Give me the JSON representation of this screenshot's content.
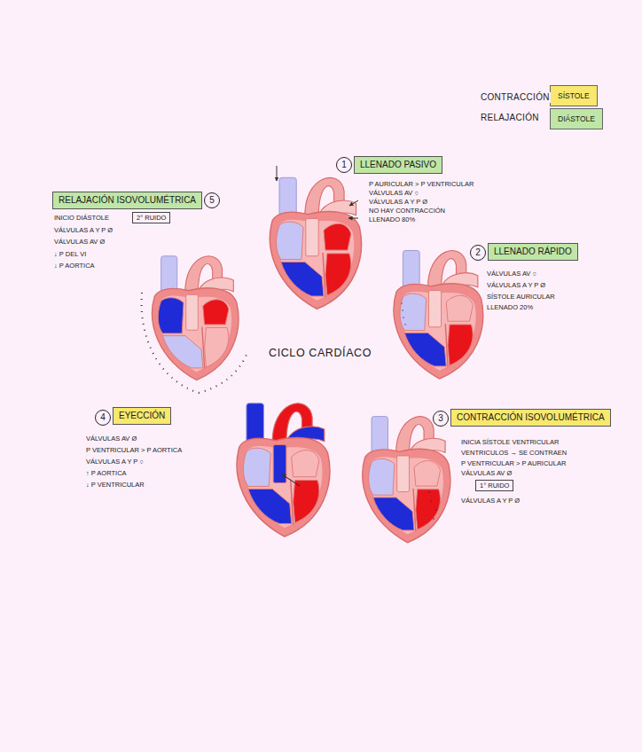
{
  "diagram": {
    "title": "CICLO CARDÍACO",
    "nodes": [
      {
        "text": [
          "SÍSTOLE"
        ]
      },
      {
        "text": [
          "DIÁSTOLE"
        ]
      },
      {
        "text": [
          "1"
        ]
      },
      {
        "text": [
          "LLENADO PASIVO"
        ]
      },
      {
        "text": [
          "RELAJACIÓN ISOVOLUMÉTRICA"
        ]
      },
      {
        "text": [
          "5"
        ]
      },
      {
        "text": [
          "2° RUIDO"
        ]
      },
      {
        "text": [
          "2"
        ]
      },
      {
        "text": [
          "LLENADO RÁPIDO"
        ]
      },
      {
        "text": [
          "3"
        ]
      },
      {
        "text": [
          "CONTRACCIÓN ISOVOLUMÉTRICA"
        ]
      },
      {
        "text": [
          "1° RUIDO"
        ]
      },
      {
        "text": [
          "4"
        ]
      },
      {
        "text": [
          "EYECCIÓN"
        ]
      }
    ],
    "labels": [
      "CONTRACCIÓN",
      "RELAJACIÓN",
      "P AURICULAR > P VENTRICULAR",
      "VÁLVULAS AV ○",
      "VÁLVULAS A Y P Ø",
      "NO HAY CONTRACCIÓN",
      "LLENADO 80%",
      "INICIO DIÁSTOLE",
      "VÁLVULAS A Y P Ø",
      "VÁLVULAS AV Ø",
      "↓ P DEL VI",
      "↓ P AORTICA",
      "VÁLVULAS AV ○",
      "VÁLVULAS A Y P Ø",
      "SÍSTOLE AURICULAR",
      "LLENADO 20%",
      "INICIA SÍSTOLE VENTRICULAR",
      "VENTRICULOS → SE CONTRAEN",
      "P VENTRICULAR > P AURICULAR",
      "VÁLVULAS AV Ø",
      "VÁLVULAS A Y P Ø",
      "VÁLVULAS AV Ø",
      "P VENTRICULAR > P AORTICA",
      "VÁLVULAS A Y P ○",
      "↑ P AORTICA",
      "↓ P VENTRICULAR"
    ]
  }
}
